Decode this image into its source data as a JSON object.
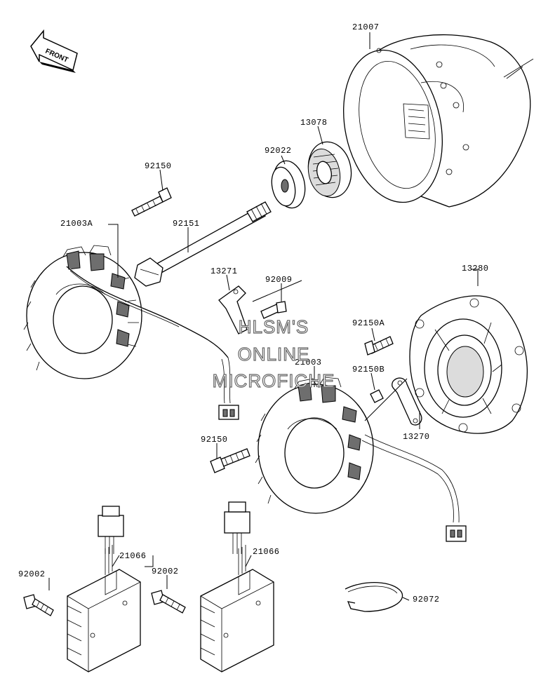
{
  "front_label": "FRONT",
  "watermark": [
    "HLSM'S",
    "ONLINE",
    "MICROFICHE"
  ],
  "parts": {
    "p21007": "21007",
    "p13078": "13078",
    "p92022": "92022",
    "p92150_top": "92150",
    "p21003A": "21003A",
    "p92151": "92151",
    "p13271": "13271",
    "p92009": "92009",
    "p13280": "13280",
    "p92150A": "92150A",
    "p21003": "21003",
    "p92150B": "92150B",
    "p13270": "13270",
    "p92150_mid": "92150",
    "p21066_left": "21066",
    "p21066_right": "21066",
    "p92002_left": "92002",
    "p92002_right": "92002",
    "p92072": "92072"
  }
}
